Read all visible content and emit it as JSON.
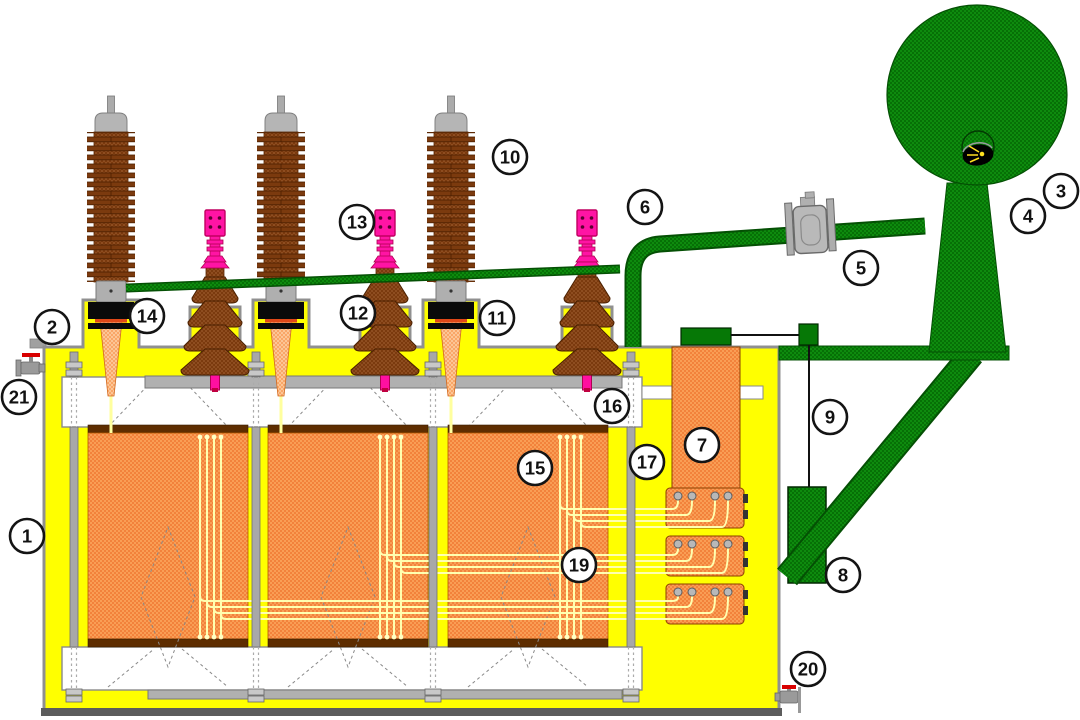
{
  "callouts": [
    {
      "text": "1"
    },
    {
      "text": "2"
    },
    {
      "text": "3"
    },
    {
      "text": "4"
    },
    {
      "text": "5"
    },
    {
      "text": "6"
    },
    {
      "text": "7"
    },
    {
      "text": "8"
    },
    {
      "text": "9"
    },
    {
      "text": "10"
    },
    {
      "text": "11"
    },
    {
      "text": "12"
    },
    {
      "text": "13"
    },
    {
      "text": "14"
    },
    {
      "text": "15"
    },
    {
      "text": "16"
    },
    {
      "text": "17"
    },
    {
      "text": "19"
    },
    {
      "text": "20"
    },
    {
      "text": "21"
    }
  ],
  "colors": {
    "tank_yellow": "#FFFF00",
    "winding_orange": "#F2823B",
    "winding_cap_brown": "#5E2D00",
    "bushing_brown": "#7B3A0E",
    "cone_orange": "#F9A668",
    "pipe_green": "#0E8B0E",
    "dark_green": "#067806",
    "terminal_magenta": "#FF14A4",
    "wire_pale_yellow": "#FFFFB0",
    "metal_gray": "#ACACAC",
    "gauge_black": "#000000",
    "gauge_needle_yellow": "#FFE020",
    "valve_handle_red": "#D80000",
    "callout_ink": "#111111"
  }
}
